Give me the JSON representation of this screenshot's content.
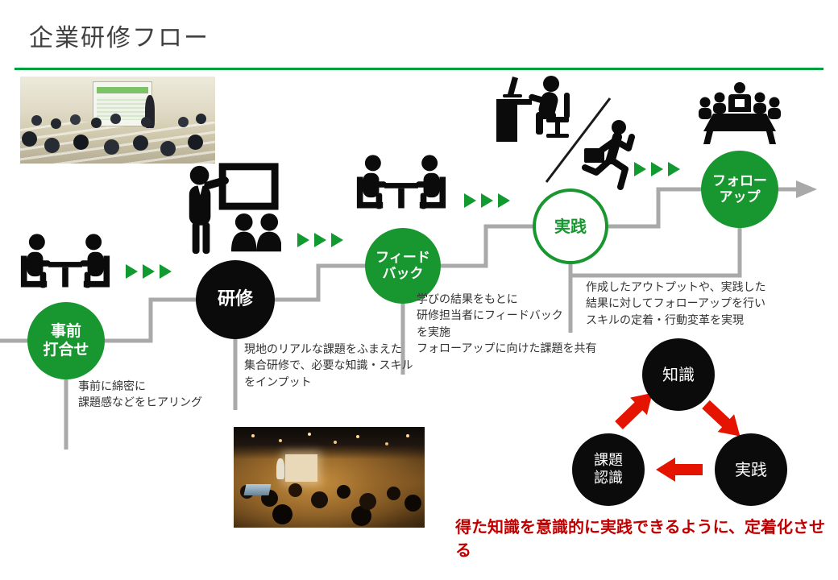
{
  "page": {
    "title": "企業研修フロー"
  },
  "flow": {
    "steps": [
      {
        "id": "pre-meeting",
        "label": "事前\n打合せ",
        "desc": "事前に綿密に\n課題感などをヒアリング",
        "icon": "meeting-table-icon"
      },
      {
        "id": "training",
        "label": "研修",
        "desc": "現地のリアルな課題をふまえた\n集合研修で、必要な知識・スキル\nをインプット",
        "icon": "trainer-whiteboard-icon"
      },
      {
        "id": "feedback",
        "label": "フィード\nバック",
        "desc": "学びの結果をもとに\n研修担当者にフィードバック\nを実施\nフォローアップに向けた課題を共有",
        "icon": "meeting-table-icon"
      },
      {
        "id": "practice",
        "label": "実践",
        "desc": "作成したアウトプットや、実践した\n結果に対してフォローアップを行い\nスキルの定着・行動変革を実現",
        "icon": "desk-work-and-running-businessman-icon"
      },
      {
        "id": "follow-up",
        "label": "フォロー\nアップ",
        "desc": "",
        "icon": "conference-meeting-icon"
      }
    ]
  },
  "cycle": {
    "nodes": [
      {
        "id": "knowledge",
        "label": "知識"
      },
      {
        "id": "practice",
        "label": "実践"
      },
      {
        "id": "issue-awareness",
        "label": "課題\n認識"
      }
    ],
    "caption": "得た知識を意識的に実践できるように、定着化させる"
  },
  "photos": {
    "top_left": "classroom-training-photo",
    "bottom_center": "seminar-workshop-photo"
  },
  "colors": {
    "green": "#18962F",
    "triangle_green": "#119A30",
    "underline_green": "#00A13C",
    "black_circle": "#0B0B0B",
    "gray_line": "#A9A9A9",
    "red_arrow": "#E51400",
    "red_text": "#C00000"
  }
}
